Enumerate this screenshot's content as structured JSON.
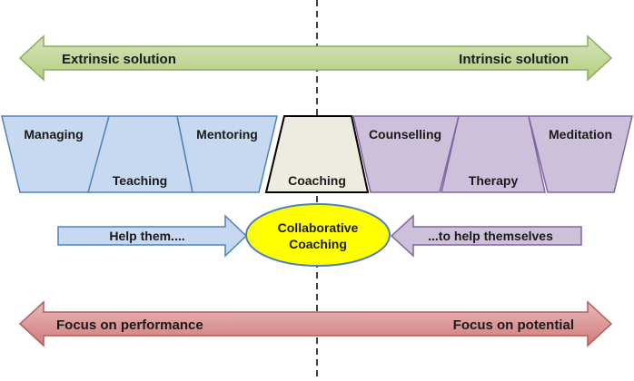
{
  "top_arrow": {
    "left_label": "Extrinsic solution",
    "right_label": "Intrinsic solution",
    "color": "#c4d79b"
  },
  "bottom_arrow": {
    "left_label": "Focus on performance",
    "right_label": "Focus on potential",
    "color": "#d99594"
  },
  "shapes": [
    {
      "label": "Managing",
      "color": "#c6d9f1"
    },
    {
      "label": "Teaching",
      "color": "#c6d9f1"
    },
    {
      "label": "Mentoring",
      "color": "#c6d9f1"
    },
    {
      "label": "Coaching",
      "color": "#eeece1"
    },
    {
      "label": "Counselling",
      "color": "#ccc0da"
    },
    {
      "label": "Therapy",
      "color": "#ccc0da"
    },
    {
      "label": "Meditation",
      "color": "#ccc0da"
    }
  ],
  "help_left": {
    "label": "Help them....",
    "color": "#c6d9f1"
  },
  "help_right": {
    "label": "...to help themselves",
    "color": "#ccc0da"
  },
  "center": {
    "line1": "Collaborative",
    "line2": "Coaching",
    "color": "#ffff00"
  }
}
